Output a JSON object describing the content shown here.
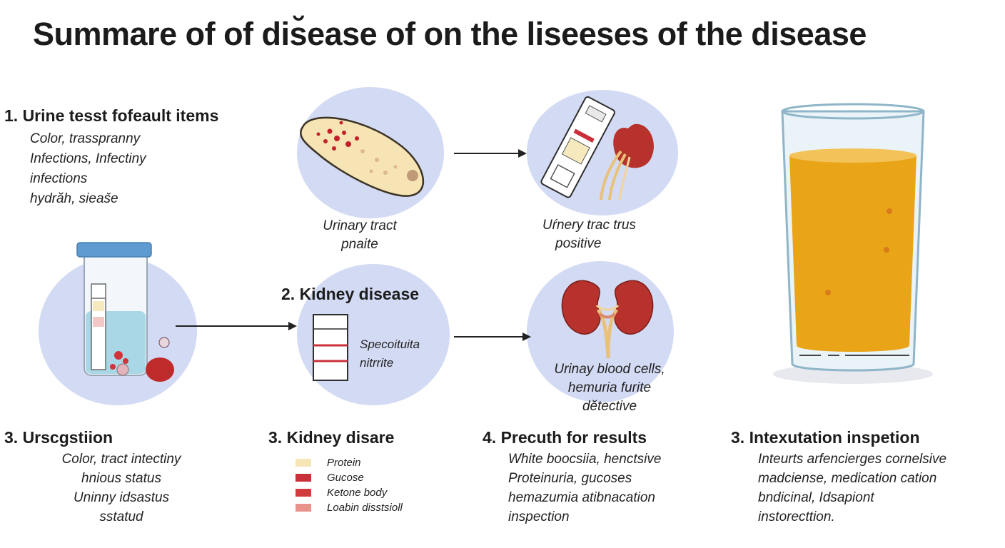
{
  "title": "Summare of of dis̆ease of on the liseeses of the disease",
  "section1": {
    "heading": "1. Urine tesst fofeault items",
    "lines": [
      "Color, trasspranny",
      "Infections, Infectiny",
      "infections",
      "hydrăh, sieas̆e"
    ]
  },
  "tract_caption": [
    "Urinary tract",
    "pnaite"
  ],
  "positive_caption": [
    "Uŕnery trac trus",
    "positive"
  ],
  "section2": {
    "heading": "2. Kidney disease",
    "strip_label": [
      "Specoituita",
      "nitrrite"
    ]
  },
  "blood_caption": [
    "Urinay blood cells,",
    "hemuria furite",
    "dĕtective"
  ],
  "bottom": {
    "col1": {
      "heading": "3. Urscgstiion",
      "lines": [
        "Color, tract intectiny",
        "hnious status",
        "Uninny idsastus",
        "sstatud"
      ]
    },
    "col2": {
      "heading": "3. Kidney disare",
      "legend": [
        {
          "label": "Protein",
          "color": "#f6e6b6"
        },
        {
          "label": "Gucose",
          "color": "#c9303a"
        },
        {
          "label": "Ketone body",
          "color": "#d23a3e"
        },
        {
          "label": "Loabin disstsioll",
          "color": "#e8948c"
        }
      ]
    },
    "col3": {
      "heading": "4. Precuth for results",
      "lines": [
        "White boocsiia, henctsive",
        "Proteinuria, gucoses",
        "hemazumia atibnacation",
        "inspection"
      ]
    },
    "col4": {
      "heading": "3. Intexutation inspetion",
      "lines": [
        "Inteurts arfencierges cornelsive",
        "madciense, medication cation",
        "bndicinal, Idsapiont",
        "instorecttion."
      ]
    }
  },
  "colors": {
    "circle": "#d3daf3",
    "urine": "#e9a417",
    "kidney": "#b7322c",
    "blood": "#c82a2a",
    "cap": "#5f9bd0"
  }
}
